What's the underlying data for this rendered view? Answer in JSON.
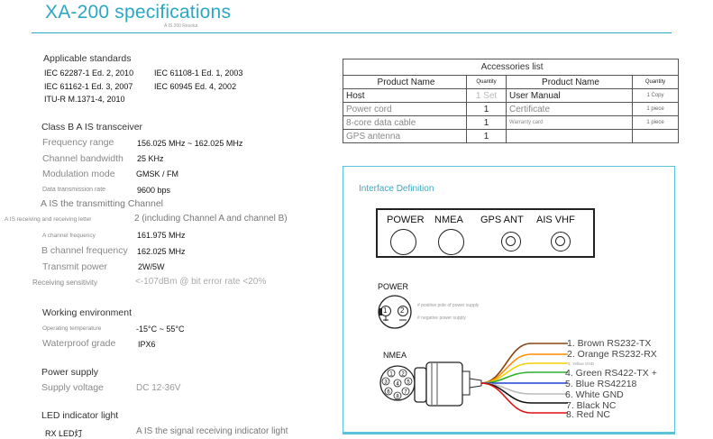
{
  "title": "XA-200 specifications",
  "ghost_text": "A IS 200 Resolut",
  "standards": {
    "heading": "Applicable standards",
    "items": [
      "IEC 62287-1 Ed. 2, 2010",
      "IEC 61108-1 Ed. 1, 2003",
      "IEC 61162-1 Ed. 3, 2007",
      "IEC 60945 Ed. 4, 2002",
      "ITU-R M.1371-4, 2010"
    ]
  },
  "transceiver": {
    "heading": "Class B A IS transceiver",
    "rows": [
      {
        "label": "Frequency range",
        "value": "156.025 MHz ~ 162.025 MHz"
      },
      {
        "label": "Channel bandwidth",
        "value": "25 KHz"
      },
      {
        "label": "Modulation mode",
        "value": "GMSK / FM"
      },
      {
        "label": "Data transmission rate",
        "value": "9600 bps"
      }
    ],
    "transmitting_channel": "A IS the transmitting Channel",
    "receiving_label": "A IS receiving and receiving letter",
    "receiving_value": "2 (including Channel A and channel B)",
    "rows2": [
      {
        "label": "A channel frequency",
        "value": "161.975 MHz"
      },
      {
        "label": "B channel frequency",
        "value": "162.025 MHz"
      },
      {
        "label": "Transmit power",
        "value": "2W/5W"
      }
    ],
    "sensitivity_label": "Receiving sensitivity",
    "sensitivity_value": "<-107dBm @ bit error rate <20%"
  },
  "environment": {
    "heading": "Working environment",
    "rows": [
      {
        "label": "Operating temperature",
        "value": "-15°C ~ 55°C"
      },
      {
        "label": "Waterproof grade",
        "value": "IPX6"
      }
    ]
  },
  "power": {
    "heading": "Power supply",
    "label": "Supply voltage",
    "value": "DC 12-36V"
  },
  "led": {
    "heading": "LED indicator light",
    "label": "RX LED灯",
    "value": "A IS the signal receiving indicator light"
  },
  "accessories": {
    "caption": "Accessories list",
    "headers": [
      "Product Name",
      "Quantity",
      "Product Name",
      "Quantity"
    ],
    "rows": [
      [
        "Host",
        "1 Set",
        "User Manual",
        "1 Copy"
      ],
      [
        "Power cord",
        "1",
        "Certificate",
        "1 piece"
      ],
      [
        "8-core data cable",
        "1",
        "Warranty card",
        "1 piece"
      ],
      [
        "GPS antenna",
        "1",
        "",
        ""
      ]
    ]
  },
  "interface": {
    "title": "Interface Definition",
    "ports": [
      "POWER",
      "NMEA",
      "GPS ANT",
      "AIS VHF"
    ],
    "power_label": "POWER",
    "power_pins": [
      "1",
      "2"
    ],
    "power_notes": [
      "# positive pole of power supply",
      "# negative power supply"
    ],
    "nmea_label": "NMEA",
    "nmea_pins": [
      "1",
      "2",
      "3",
      "4",
      "5",
      "6",
      "7",
      "8"
    ],
    "yellow_note": "3. Yellow GND",
    "wires": [
      {
        "label": "1. Brown RS232-TX",
        "color": "#8b4513"
      },
      {
        "label": "2. Orange RS232-RX",
        "color": "#ff8c00"
      },
      {
        "label": "",
        "color": "#f4d000"
      },
      {
        "label": "4. Green RS422-TX +",
        "color": "#2bb02b"
      },
      {
        "label": "5. Blue RS42218",
        "color": "#2040d0"
      },
      {
        "label": "6. White GND",
        "color": "#bbbbbb"
      },
      {
        "label": "7. Black NC",
        "color": "#111111"
      },
      {
        "label": "8. Red NC",
        "color": "#e01010"
      }
    ]
  }
}
